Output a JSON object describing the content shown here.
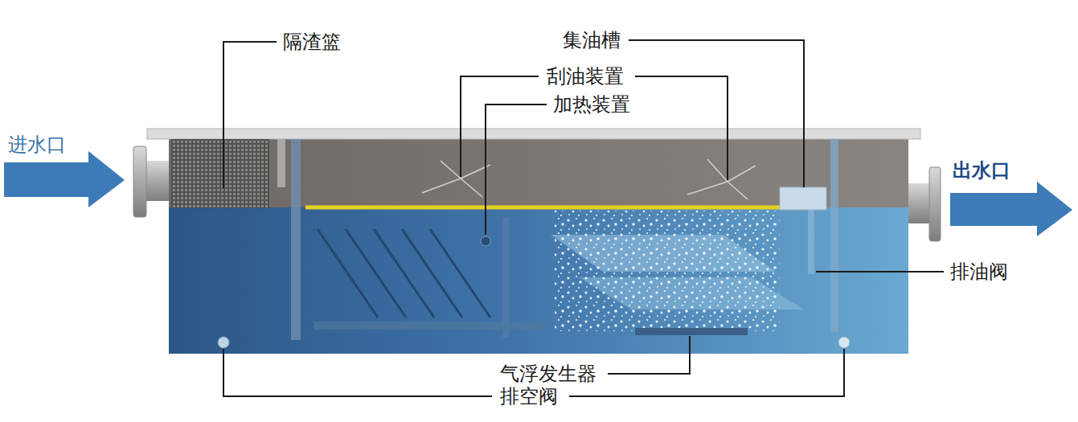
{
  "diagram": {
    "labels": [
      "隔渣篮",
      "集油槽",
      "刮油装置",
      "加热装置",
      "进水口",
      "出水口",
      "排油阀",
      "气浮发生器",
      "排空阀"
    ]
  }
}
